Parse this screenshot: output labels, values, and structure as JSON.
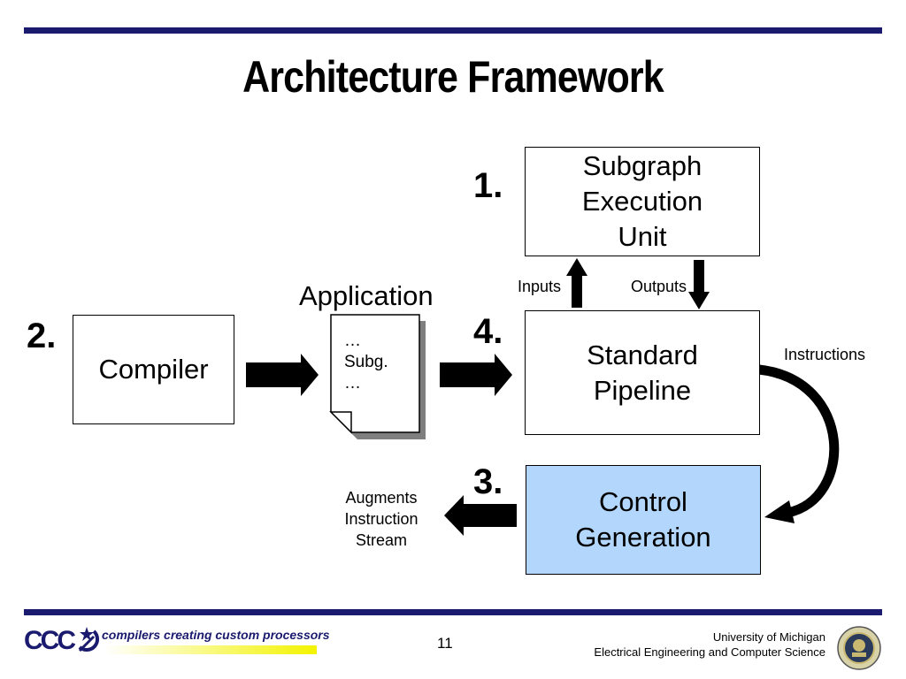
{
  "title": "Architecture Framework",
  "numbers": {
    "one": "1.",
    "two": "2.",
    "three": "3.",
    "four": "4."
  },
  "boxes": {
    "subgraph_execution_unit": [
      "Subgraph",
      "Execution",
      "Unit"
    ],
    "standard_pipeline": [
      "Standard",
      "Pipeline"
    ],
    "compiler": "Compiler",
    "control_generation": [
      "Control",
      "Generation"
    ]
  },
  "application": {
    "label": "Application",
    "doc_lines": [
      "…",
      "Subg.",
      "…"
    ]
  },
  "labels": {
    "inputs": "Inputs",
    "outputs": "Outputs",
    "instructions": "Instructions",
    "augments": [
      "Augments",
      "Instruction",
      "Stream"
    ]
  },
  "colors": {
    "control_fill": "#b3d7fc",
    "rule": "#1a1a6e"
  },
  "footer": {
    "logo": "CCC",
    "tagline": "compilers creating custom processors",
    "page_number": "11",
    "university": "University of Michigan",
    "department": "Electrical Engineering and Computer Science",
    "seal_icon": "university-seal-icon"
  }
}
